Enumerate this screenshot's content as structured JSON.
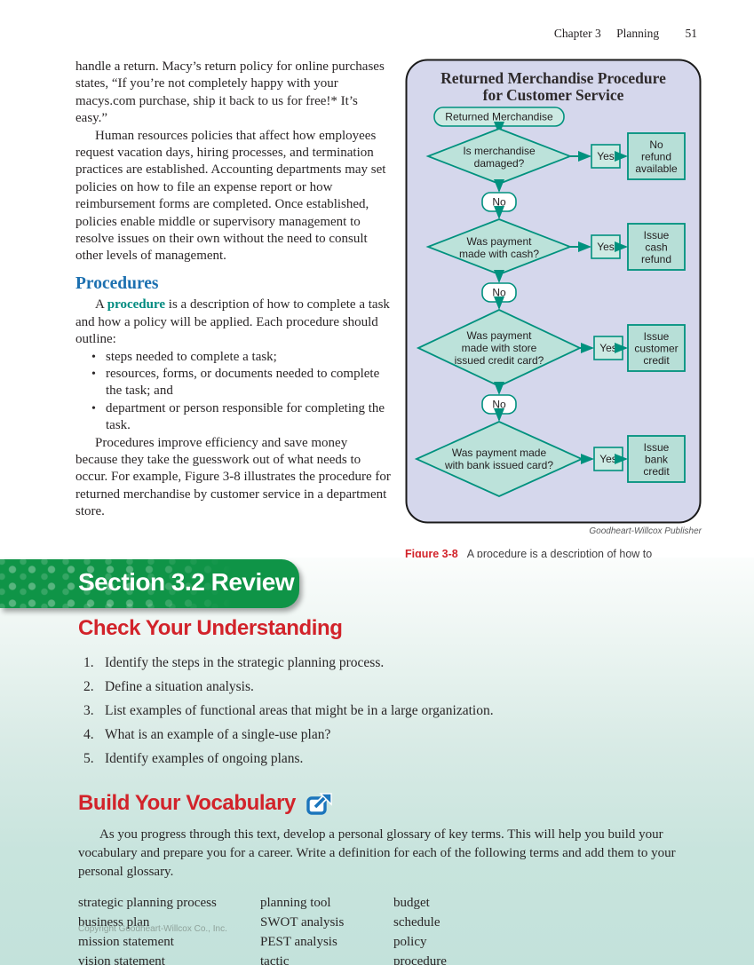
{
  "header": {
    "chapter": "Chapter 3",
    "section": "Planning",
    "page_number": "51"
  },
  "article": {
    "para1": "handle a return. Macy’s return policy for online purchases states, “If you’re not completely happy with your macys.com purchase, ship it back to us for free!* It’s easy.”",
    "para2": "Human resources policies that affect how employees request vacation days, hiring processes, and termination practices are established. Accounting departments may set policies on how to file an expense report or how reimbursement forms are completed. Once established, policies enable middle or supervisory management to resolve issues on their own without the need to consult other levels of management.",
    "heading": "Procedures",
    "para3_pre": "A ",
    "para3_term": "procedure",
    "para3_post": " is a description of how to complete a task and how a policy will be applied. Each procedure should outline:",
    "bullets": [
      "steps needed to complete a task;",
      "resources, forms, or documents needed to complete the task; and",
      "department or person responsible for completing the task."
    ],
    "para4": "Procedures improve efficiency and save money because they take the guesswork out of what needs to occur. For example, Figure 3-8 illustrates the procedure for returned merchandise by customer service in a department store."
  },
  "figure": {
    "title_line1": "Returned Merchandise Procedure",
    "title_line2": "for Customer Service",
    "start_label": "Returned Merchandise",
    "yes_label": "Yes",
    "no_label": "No",
    "decision1": {
      "line1": "Is merchandise",
      "line2": "damaged?"
    },
    "result1": {
      "line1": "No",
      "line2": "refund",
      "line3": "available"
    },
    "decision2": {
      "line1": "Was payment",
      "line2": "made with cash?"
    },
    "result2": {
      "line1": "Issue",
      "line2": "cash",
      "line3": "refund"
    },
    "decision3": {
      "line1": "Was payment",
      "line2": "made with store",
      "line3": "issued credit card?"
    },
    "result3": {
      "line1": "Issue",
      "line2": "customer",
      "line3": "credit"
    },
    "decision4": {
      "line1": "Was payment made",
      "line2": "with bank issued card?"
    },
    "result4": {
      "line1": "Issue",
      "line2": "bank",
      "line3": "credit"
    },
    "credit": "Goodheart-Willcox Publisher",
    "caption_label": "Figure 3-8",
    "caption_text": "A procedure is a description of how to complete a task and how a policy will be applied."
  },
  "review": {
    "banner_label": "Section 3.2 Review",
    "check_heading": "Check Your Understanding",
    "questions": [
      {
        "num": "1.",
        "text": "Identify the steps in the strategic planning process."
      },
      {
        "num": "2.",
        "text": "Define a situation analysis."
      },
      {
        "num": "3.",
        "text": "List examples of functional areas that might be in a large organization."
      },
      {
        "num": "4.",
        "text": "What is an example of a single-use plan?"
      },
      {
        "num": "5.",
        "text": "Identify examples of ongoing plans."
      }
    ],
    "vocab_heading": "Build Your Vocabulary",
    "vocab_intro": "As you progress through this text, develop a personal glossary of key terms. This will help you build your vocabulary and prepare you for a career. Write a definition for each of the following terms and add them to your personal glossary.",
    "vocab_columns": [
      [
        "strategic planning process",
        "business plan",
        "mission statement",
        "vision statement"
      ],
      [
        "planning tool",
        "SWOT analysis",
        "PEST analysis",
        "tactic"
      ],
      [
        "budget",
        "schedule",
        "policy",
        "procedure"
      ]
    ],
    "copyright": "Copyright Goodheart-Willcox Co., Inc."
  },
  "colors": {
    "banner_green": "#0f9447",
    "heading_red": "#d2232a",
    "heading_blue": "#1c70b0",
    "keyterm_teal": "#008b80",
    "flow_stroke_teal": "#00917e",
    "flow_fill_teal": "#bce2da",
    "panel_lavender": "#d5d7ec",
    "review_mint": "#c3e2db"
  }
}
